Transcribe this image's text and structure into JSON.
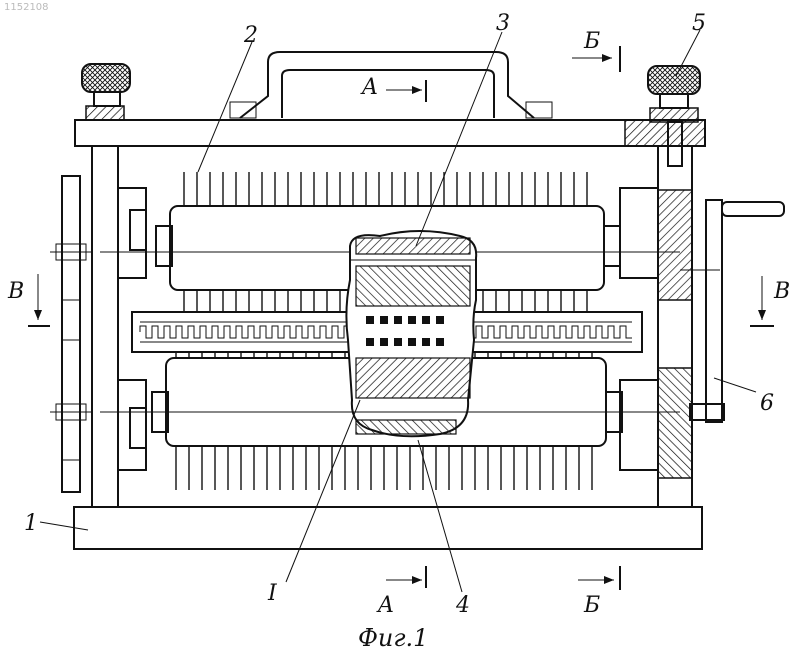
{
  "figure": {
    "doc_number": "1152108",
    "caption": "Фиг.1"
  },
  "labels": {
    "part_1": "1",
    "part_2": "2",
    "part_3": "3",
    "part_4": "4",
    "part_5": "5",
    "part_6": "6",
    "detail_I": "I"
  },
  "sections": {
    "A_top": "A",
    "A_bottom": "A",
    "B_top": "Б",
    "B_bottom": "Б",
    "V_left": "В",
    "V_right": "В"
  },
  "colors": {
    "ink": "#111111",
    "background": "#ffffff"
  }
}
